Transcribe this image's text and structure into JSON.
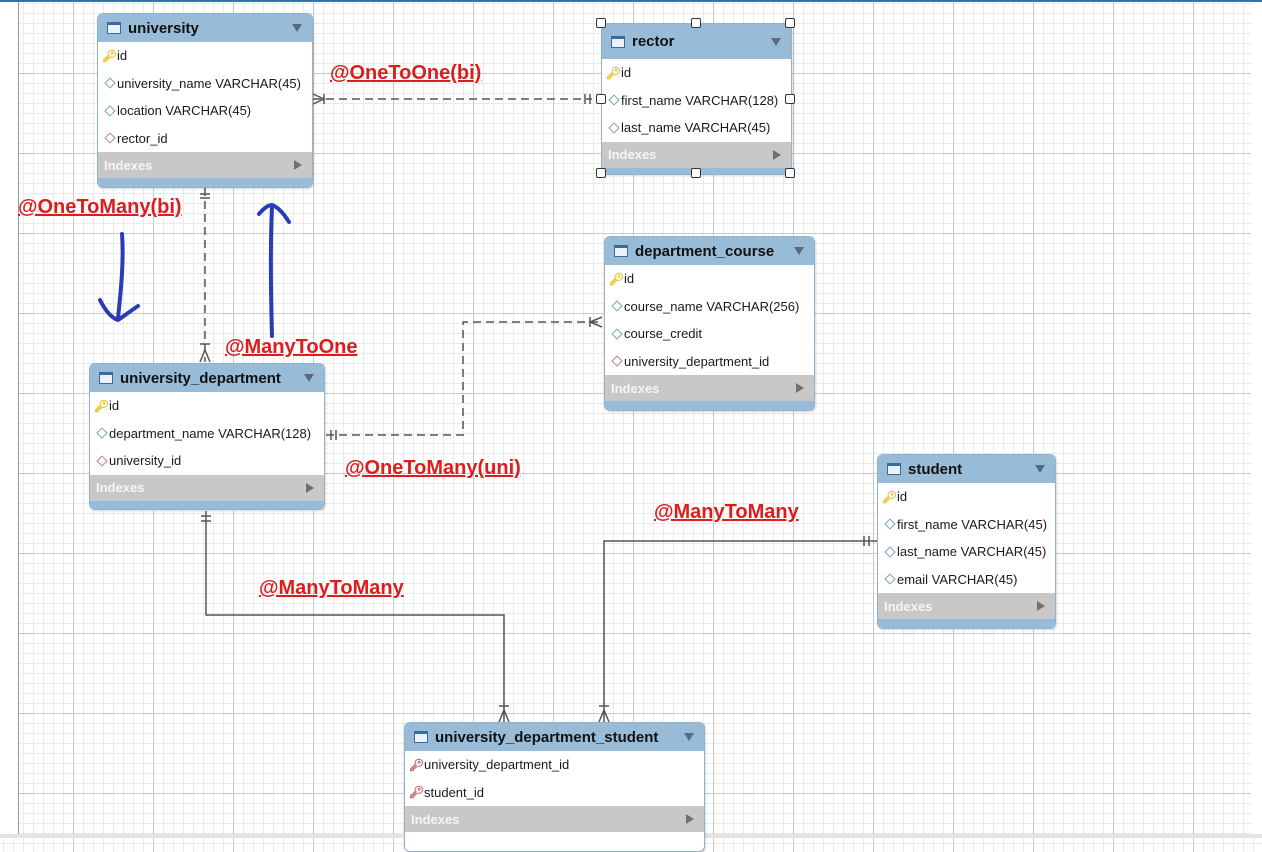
{
  "tables": {
    "university": {
      "name": "university",
      "columns": [
        {
          "icon": "primary-key-icon",
          "text": "id"
        },
        {
          "icon": "column-diamond-icon",
          "text": "university_name VARCHAR(45)"
        },
        {
          "icon": "column-diamond-icon",
          "text": "location VARCHAR(45)"
        },
        {
          "icon": "foreign-key-diamond-icon",
          "text": "rector_id"
        }
      ],
      "indexes_label": "Indexes"
    },
    "rector": {
      "name": "rector",
      "columns": [
        {
          "icon": "primary-key-icon",
          "text": "id"
        },
        {
          "icon": "column-diamond-icon",
          "text": "first_name VARCHAR(128)"
        },
        {
          "icon": "column-diamond-icon",
          "text": "last_name VARCHAR(45)"
        }
      ],
      "indexes_label": "Indexes"
    },
    "department_course": {
      "name": "department_course",
      "columns": [
        {
          "icon": "primary-key-icon",
          "text": "id"
        },
        {
          "icon": "column-diamond-icon",
          "text": "course_name VARCHAR(256)"
        },
        {
          "icon": "column-diamond-icon",
          "text": "course_credit"
        },
        {
          "icon": "foreign-key-diamond-icon",
          "text": "university_department_id"
        }
      ],
      "indexes_label": "Indexes"
    },
    "university_department": {
      "name": "university_department",
      "columns": [
        {
          "icon": "primary-key-icon",
          "text": "id"
        },
        {
          "icon": "column-diamond-icon",
          "text": "department_name VARCHAR(128)"
        },
        {
          "icon": "foreign-key-diamond-icon",
          "text": "university_id"
        }
      ],
      "indexes_label": "Indexes"
    },
    "student": {
      "name": "student",
      "columns": [
        {
          "icon": "primary-key-icon",
          "text": "id"
        },
        {
          "icon": "column-diamond-icon",
          "text": "first_name VARCHAR(45)"
        },
        {
          "icon": "column-diamond-icon",
          "text": "last_name VARCHAR(45)"
        },
        {
          "icon": "column-diamond-icon",
          "text": "email VARCHAR(45)"
        }
      ],
      "indexes_label": "Indexes"
    },
    "university_department_student": {
      "name": "university_department_student",
      "columns": [
        {
          "icon": "foreign-primary-key-icon",
          "text": "university_department_id"
        },
        {
          "icon": "foreign-primary-key-icon",
          "text": "student_id"
        }
      ],
      "indexes_label": "Indexes"
    }
  },
  "annotations": {
    "one_to_one_bi": "@OneToOne(bi)",
    "one_to_many_bi": "@OneToMany(bi)",
    "many_to_one": "@ManyToOne",
    "one_to_many_uni": "@OneToMany(uni)",
    "many_to_many_student": "@ManyToMany",
    "many_to_many_department": "@ManyToMany"
  },
  "colors": {
    "annotation": "#dd1d1d",
    "table_header": "#98bcd8",
    "indexes_bar": "#c8c8c8",
    "hand_arrow": "#2b3bb8"
  }
}
